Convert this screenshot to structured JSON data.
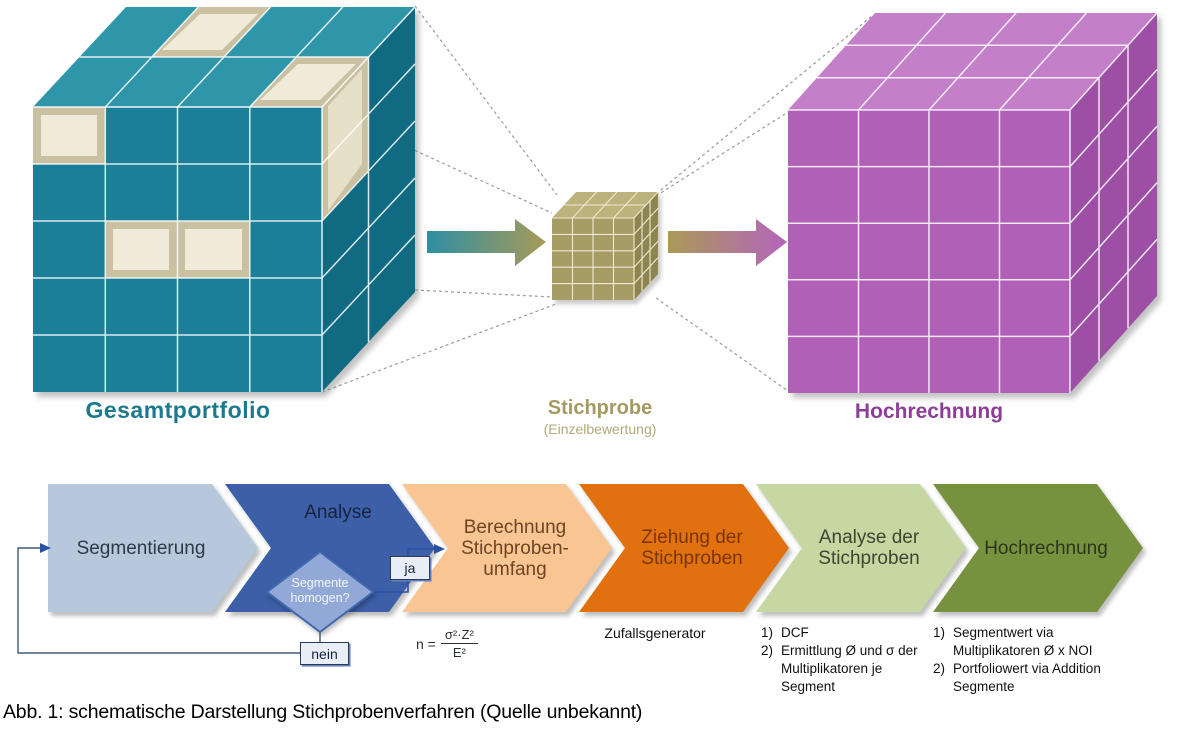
{
  "top": {
    "cubes": {
      "gesamt": {
        "label": "Gesamtportfolio",
        "label_color": "#1D7A8E",
        "front": "#1A7F97",
        "top_face": "#2F95A9",
        "side": "#0F6A82",
        "highlight_block": "#D9D2B6",
        "highlight_block_inner": "#F0EBD8"
      },
      "stichprobe": {
        "label": "Stichprobe",
        "sublabel": "(Einzelbewertung)",
        "label_color": "#A59A60",
        "sublabel_color": "#B3A878",
        "front": "#A69D66",
        "top_face": "#BCB27C",
        "side": "#8E8452"
      },
      "hochrechnung": {
        "label": "Hochrechnung",
        "label_color": "#8D3E97",
        "front": "#B160B7",
        "top_face": "#C47FC9",
        "side": "#9C4FA5"
      }
    },
    "arrow_left_colors": {
      "from": "#2D8FA4",
      "to": "#A89A58"
    },
    "arrow_right_colors": {
      "from": "#A89A58",
      "to": "#B564BC"
    }
  },
  "flow": {
    "steps": [
      {
        "label": "Segmentierung",
        "bg": "#B7C8DD",
        "color": "#2E3A47"
      },
      {
        "label": "Analyse",
        "bg": "#3C5FA7",
        "color": "#16233E"
      },
      {
        "label": "Berechnung\nStichproben-\numfang",
        "bg": "#F9C592",
        "color": "#6E4523"
      },
      {
        "label": "Ziehung der\nStichproben",
        "bg": "#E1710E",
        "color": "#7A3404"
      },
      {
        "label": "Analyse der\nStichproben",
        "bg": "#C7D7A2",
        "color": "#3C4630"
      },
      {
        "label": "Hochrechnung",
        "bg": "#77923E",
        "color": "#2A351B"
      }
    ],
    "decision": {
      "question": "Segmente\nhomogen?",
      "yes_label": "ja",
      "no_label": "nein",
      "diamond_fill": "#92A9D7",
      "diamond_border": "#4368AE"
    },
    "formula": {
      "lhs": "n =",
      "numerator": "σ²·Z²",
      "denominator": "E²"
    },
    "notes": {
      "random": "Zufallsgenerator",
      "analysis": [
        {
          "num": "1)",
          "text": "DCF"
        },
        {
          "num": "2)",
          "text": "Ermittlung Ø und σ der Multiplikatoren je Segment"
        }
      ],
      "projection": [
        {
          "num": "1)",
          "text": "Segmentwert via Multiplikatoren Ø x NOI"
        },
        {
          "num": "2)",
          "text": "Portfoliowert via Addition Segmente"
        }
      ]
    }
  },
  "caption": "Abb. 1: schematische Darstellung Stichprobenverfahren (Quelle unbekannt)"
}
